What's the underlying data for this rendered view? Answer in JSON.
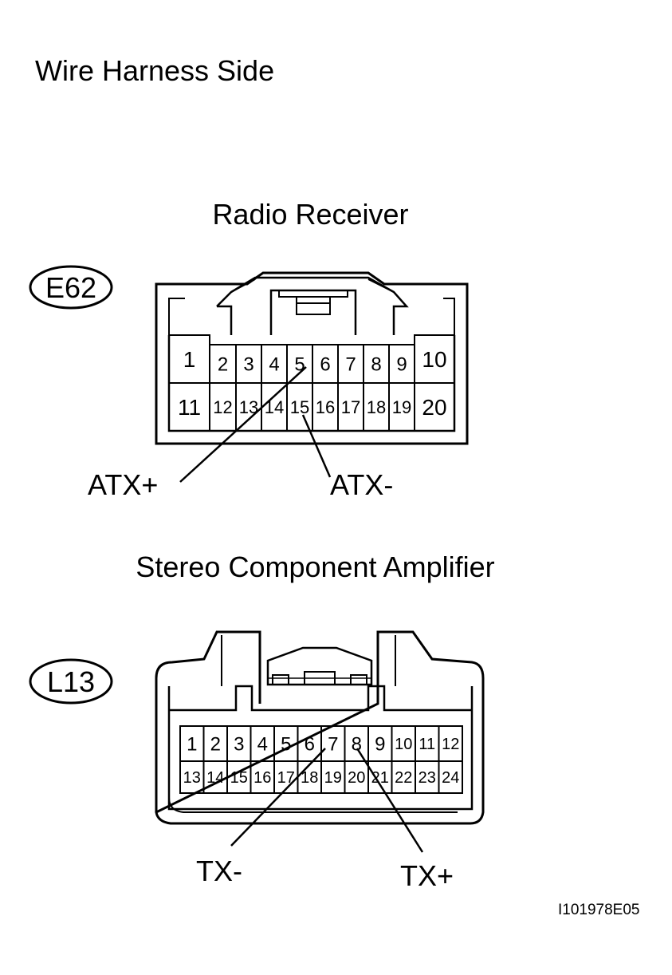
{
  "page_title": "Wire Harness Side",
  "figure_id": "I101978E05",
  "connectors": [
    {
      "component": "Radio Receiver",
      "code": "E62",
      "pins": [
        "1",
        "2",
        "3",
        "4",
        "5",
        "6",
        "7",
        "8",
        "9",
        "10",
        "11",
        "12",
        "13",
        "14",
        "15",
        "16",
        "17",
        "18",
        "19",
        "20"
      ],
      "callouts": [
        {
          "label": "ATX+",
          "pin": "5"
        },
        {
          "label": "ATX-",
          "pin": "15"
        }
      ]
    },
    {
      "component": "Stereo Component Amplifier",
      "code": "L13",
      "pins": [
        "1",
        "2",
        "3",
        "4",
        "5",
        "6",
        "7",
        "8",
        "9",
        "10",
        "11",
        "12",
        "13",
        "14",
        "15",
        "16",
        "17",
        "18",
        "19",
        "20",
        "21",
        "22",
        "23",
        "24"
      ],
      "callouts": [
        {
          "label": "TX-",
          "pin": "7"
        },
        {
          "label": "TX+",
          "pin": "8"
        }
      ]
    }
  ]
}
